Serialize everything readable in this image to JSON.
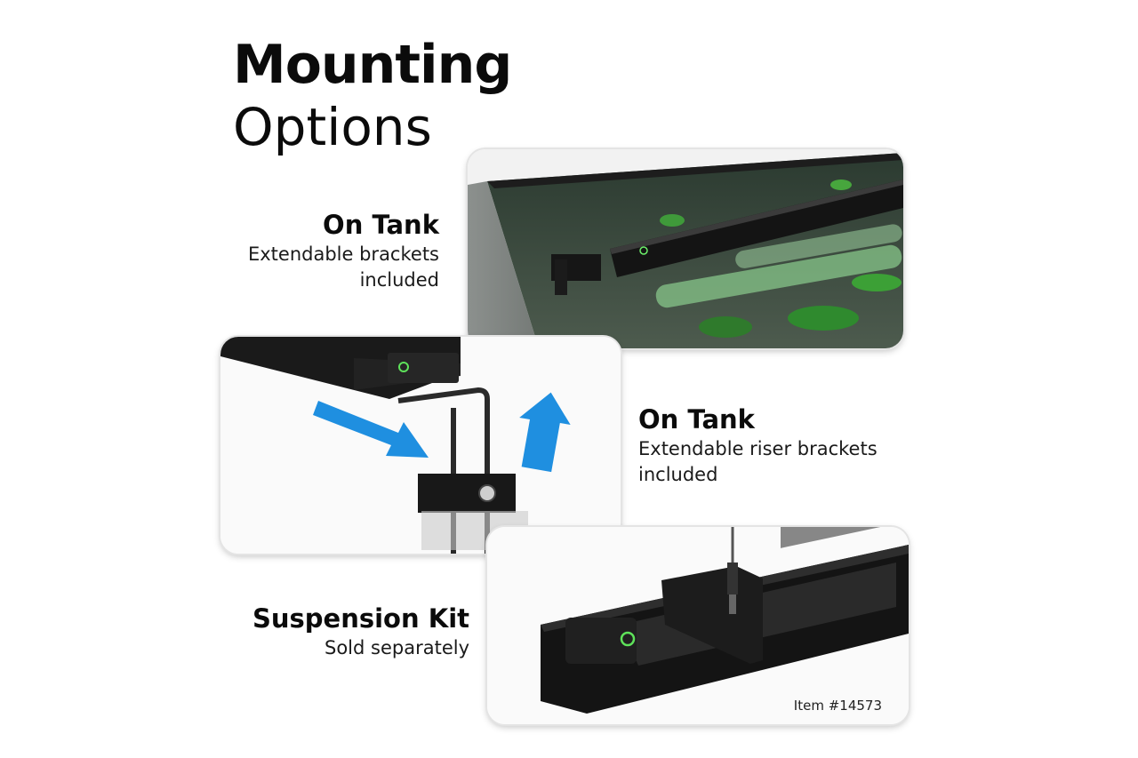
{
  "title": {
    "main": "Mounting",
    "sub": "Options"
  },
  "options": [
    {
      "heading": "On Tank",
      "description_lines": [
        "Extendable brackets",
        "included"
      ]
    },
    {
      "heading": "On Tank",
      "description_lines": [
        "Extendable riser brackets",
        "included"
      ]
    },
    {
      "heading": "Suspension Kit",
      "description_lines": [
        "Sold separately"
      ]
    }
  ],
  "item_number": "Item #14573",
  "colors": {
    "arrow_blue": "#1f8fe0",
    "led_green": "#5ee25a",
    "fixture_black": "#151515"
  },
  "icons": [
    "power-icon",
    "arrow-icon"
  ]
}
